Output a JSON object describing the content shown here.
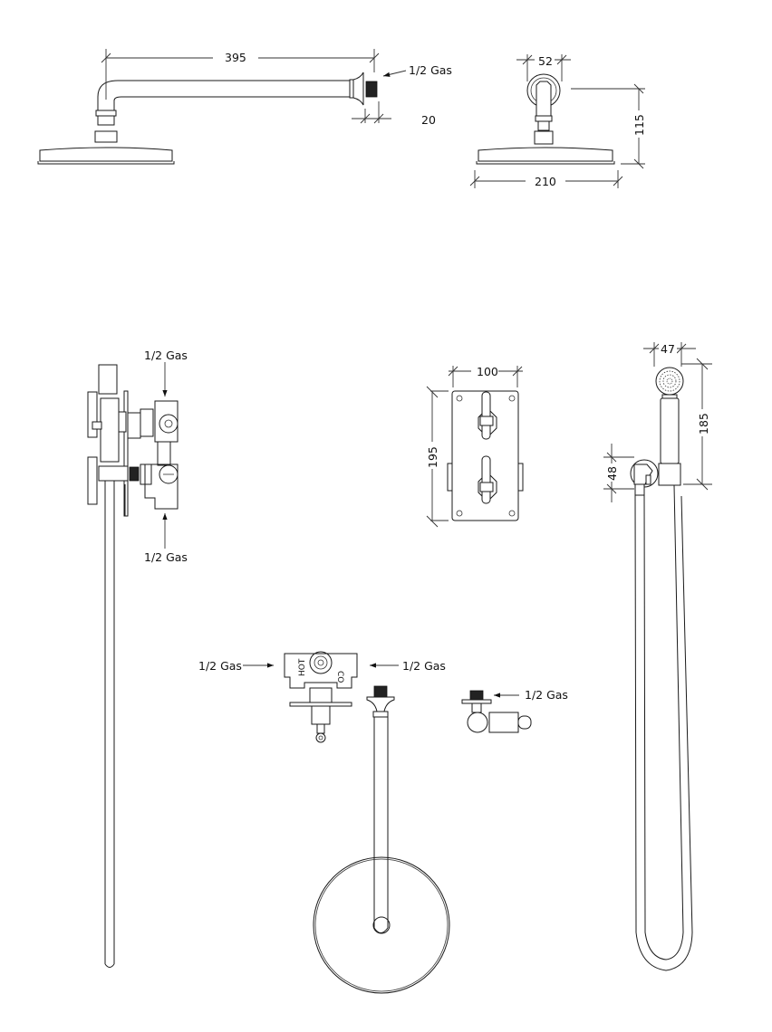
{
  "drawing": {
    "title": "",
    "views": {
      "overhead_side": {
        "arm_length_label": "395",
        "thread_label": "1/2 Gas",
        "flange_depth_label": "20"
      },
      "overhead_front": {
        "flange_width_label": "52",
        "height_label": "115",
        "head_diameter_label": "210"
      },
      "valve_side": {
        "top_inlet_label": "1/2 Gas",
        "bottom_inlet_label": "1/2 Gas"
      },
      "valve_plate_front": {
        "width_label": "100",
        "height_label": "195"
      },
      "handshower": {
        "head_width_label": "47",
        "length_label": "185",
        "bracket_label": "48"
      },
      "valve_top": {
        "left_inlet_label": "1/2 Gas",
        "right_inlet_label": "1/2 Gas",
        "hot_mark": "HOT",
        "cold_mark": "CO"
      },
      "wall_outlet": {
        "thread_label": "1/2 Gas"
      }
    }
  }
}
